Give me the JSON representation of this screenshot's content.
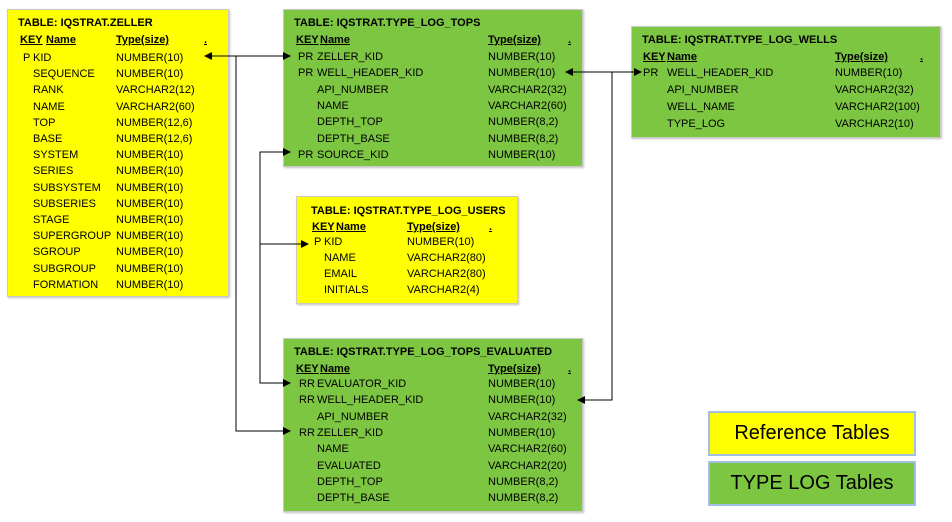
{
  "tables": {
    "zeller": {
      "title": "TABLE: IQSTRAT.ZELLER",
      "header": {
        "key": "KEY",
        "name": "Name",
        "type": "Type(size)",
        "dot": "."
      },
      "rows": [
        {
          "key": "P",
          "name": "KID",
          "type": "NUMBER(10)"
        },
        {
          "key": "",
          "name": "SEQUENCE",
          "type": "NUMBER(10)"
        },
        {
          "key": "",
          "name": "RANK",
          "type": "VARCHAR2(12)"
        },
        {
          "key": "",
          "name": "NAME",
          "type": "VARCHAR2(60)"
        },
        {
          "key": "",
          "name": "TOP",
          "type": "NUMBER(12,6)"
        },
        {
          "key": "",
          "name": "BASE",
          "type": "NUMBER(12,6)"
        },
        {
          "key": "",
          "name": "SYSTEM",
          "type": "NUMBER(10)"
        },
        {
          "key": "",
          "name": "SERIES",
          "type": "NUMBER(10)"
        },
        {
          "key": "",
          "name": "SUBSYSTEM",
          "type": "NUMBER(10)"
        },
        {
          "key": "",
          "name": "SUBSERIES",
          "type": "NUMBER(10)"
        },
        {
          "key": "",
          "name": "STAGE",
          "type": "NUMBER(10)"
        },
        {
          "key": "",
          "name": "SUPERGROUP",
          "type": "NUMBER(10)"
        },
        {
          "key": "",
          "name": "SGROUP",
          "type": "NUMBER(10)"
        },
        {
          "key": "",
          "name": "SUBGROUP",
          "type": "NUMBER(10)"
        },
        {
          "key": "",
          "name": "FORMATION",
          "type": "NUMBER(10)"
        }
      ]
    },
    "type_log_tops": {
      "title": "TABLE: IQSTRAT.TYPE_LOG_TOPS",
      "header": {
        "key": "KEY",
        "name": "Name",
        "type": "Type(size)",
        "dot": "."
      },
      "rows": [
        {
          "key": "PR",
          "name": "ZELLER_KID",
          "type": "NUMBER(10)"
        },
        {
          "key": "PR",
          "name": "WELL_HEADER_KID",
          "type": "NUMBER(10)"
        },
        {
          "key": "",
          "name": "API_NUMBER",
          "type": "VARCHAR2(32)"
        },
        {
          "key": "",
          "name": "NAME",
          "type": "VARCHAR2(60)"
        },
        {
          "key": "",
          "name": "DEPTH_TOP",
          "type": "NUMBER(8,2)"
        },
        {
          "key": "",
          "name": "DEPTH_BASE",
          "type": "NUMBER(8,2)"
        },
        {
          "key": "PR",
          "name": "SOURCE_KID",
          "type": "NUMBER(10)"
        }
      ]
    },
    "type_log_wells": {
      "title": "TABLE: IQSTRAT.TYPE_LOG_WELLS",
      "header": {
        "key": "KEY",
        "name": "Name",
        "type": "Type(size)",
        "dot": "."
      },
      "rows": [
        {
          "key": "PR",
          "name": "WELL_HEADER_KID",
          "type": "NUMBER(10)"
        },
        {
          "key": "",
          "name": "API_NUMBER",
          "type": "VARCHAR2(32)"
        },
        {
          "key": "",
          "name": "WELL_NAME",
          "type": "VARCHAR2(100)"
        },
        {
          "key": "",
          "name": "TYPE_LOG",
          "type": "VARCHAR2(10)"
        }
      ]
    },
    "type_log_users": {
      "title": "TABLE: IQSTRAT.TYPE_LOG_USERS",
      "header": {
        "key": "KEY",
        "name": "Name",
        "type": "Type(size)",
        "dot": "."
      },
      "rows": [
        {
          "key": "P",
          "name": "KID",
          "type": "NUMBER(10)"
        },
        {
          "key": "",
          "name": "NAME",
          "type": "VARCHAR2(80)"
        },
        {
          "key": "",
          "name": "EMAIL",
          "type": "VARCHAR2(80)"
        },
        {
          "key": "",
          "name": "INITIALS",
          "type": "VARCHAR2(4)"
        }
      ]
    },
    "type_log_tops_evaluated": {
      "title": "TABLE: IQSTRAT.TYPE_LOG_TOPS_EVALUATED",
      "header": {
        "key": "KEY",
        "name": "Name",
        "type": "Type(size)",
        "dot": "."
      },
      "rows": [
        {
          "key": "RR",
          "name": "EVALUATOR_KID",
          "type": "NUMBER(10)"
        },
        {
          "key": "RR",
          "name": "WELL_HEADER_KID",
          "type": "NUMBER(10)"
        },
        {
          "key": "",
          "name": "API_NUMBER",
          "type": "VARCHAR2(32)"
        },
        {
          "key": "RR",
          "name": "ZELLER_KID",
          "type": "NUMBER(10)"
        },
        {
          "key": "",
          "name": "NAME",
          "type": "VARCHAR2(60)"
        },
        {
          "key": "",
          "name": "EVALUATED",
          "type": "VARCHAR2(20)"
        },
        {
          "key": "",
          "name": "DEPTH_TOP",
          "type": "NUMBER(8,2)"
        },
        {
          "key": "",
          "name": "DEPTH_BASE",
          "type": "NUMBER(8,2)"
        }
      ]
    }
  },
  "legend": {
    "reference": "Reference Tables",
    "type_log": "TYPE LOG Tables"
  },
  "colors": {
    "reference": "#ffff00",
    "type_log": "#7dc642",
    "legend_border": "#9fc0e3",
    "connector": "#000000"
  }
}
